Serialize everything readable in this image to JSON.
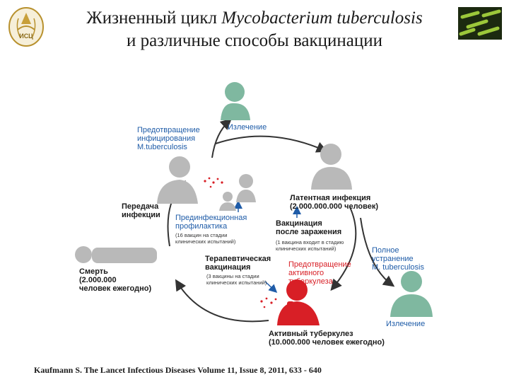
{
  "header": {
    "title_part1": "Жизненный цикл ",
    "title_italic": "Mycobacterium tuberculosis",
    "title_line2": "и различные способы вакцинации",
    "logo_text": "ИСЦ"
  },
  "diagram": {
    "cure_top": "Излечение",
    "prevention_infection": [
      "Предотвращение",
      "инфицирования",
      "M.tuberculosis"
    ],
    "latent": [
      "Латентная инфекция",
      "(2.000.000.000 человек)"
    ],
    "transmission": [
      "Передача",
      "инфекции"
    ],
    "pre_prophylaxis": [
      "Прединфекционная",
      "профилактика"
    ],
    "pre_prophylaxis_note": [
      "(16 вакцин на стадии",
      "клинических испытаний)"
    ],
    "post_vaccination": [
      "Вакцинация",
      "после заражения"
    ],
    "post_vaccination_note": [
      "(1 вакцина входит в стадию",
      "клинических испытаний)"
    ],
    "full_elimination": [
      "Полное",
      "устранение",
      "M. tuberculosis"
    ],
    "death": [
      "Смерть",
      "(2.000.000",
      "человек ежегодно)"
    ],
    "therapeutic": [
      "Терапевтическая",
      "вакцинация"
    ],
    "therapeutic_note": [
      "(3 вакцины на стадии",
      "клинических испытаний)"
    ],
    "prevent_active": [
      "Предотвращение",
      "активного",
      "туберкулеза"
    ],
    "cure_bottom": "Излечение",
    "active_tb": [
      "Активный туберкулез",
      "(10.000.000 человек ежегодно)"
    ]
  },
  "footer": {
    "citation": "Kaufmann S. The Lancet Infectious Diseases Volume 11, Issue 8, 2011, 633 - 640"
  },
  "colors": {
    "blue": "#1f5ca8",
    "green": "#7fb8a0",
    "gray": "#b9b9b9",
    "red": "#d81f26",
    "arrow": "#333333"
  }
}
